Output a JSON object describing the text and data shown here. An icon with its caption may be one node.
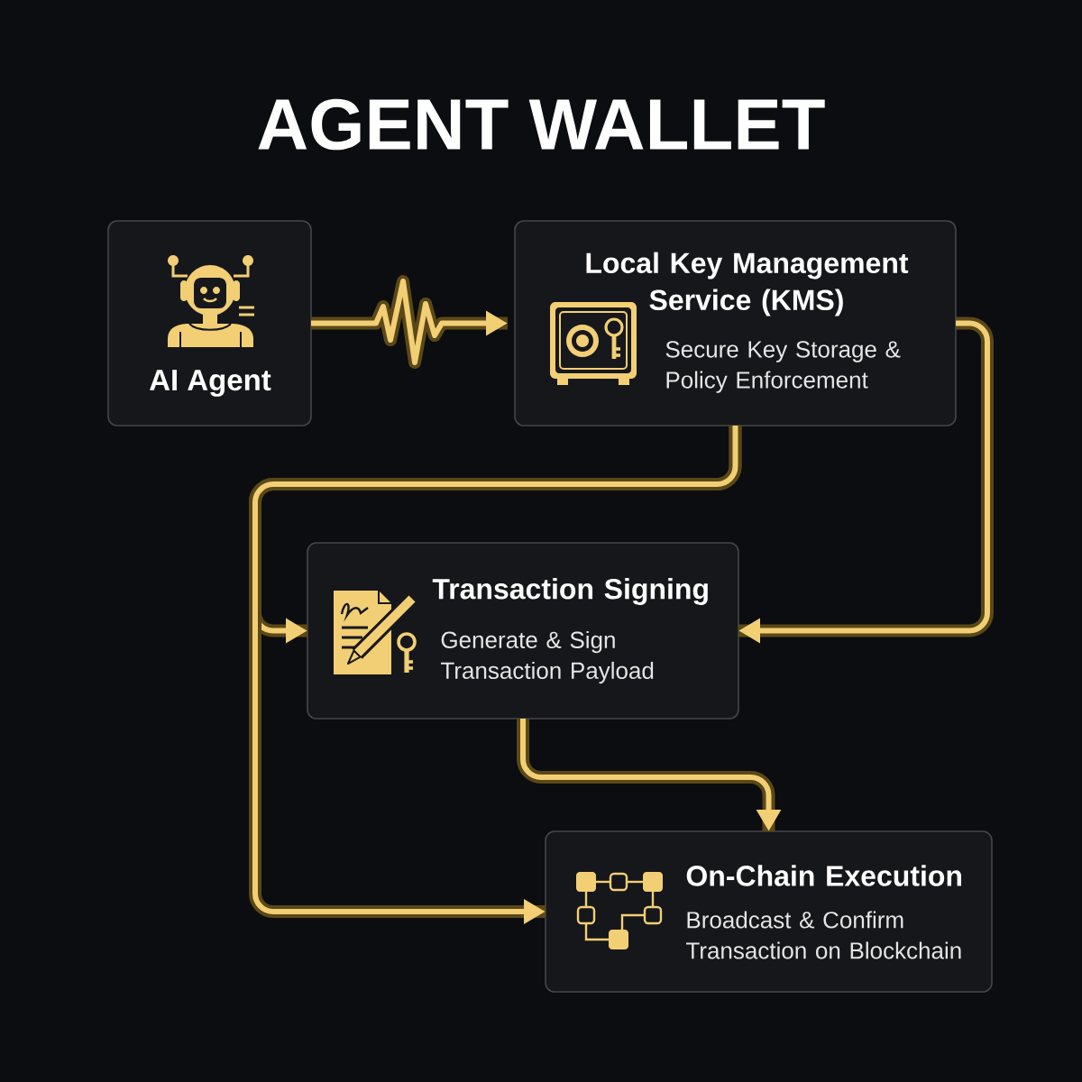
{
  "diagram": {
    "title": "AGENT WALLET",
    "nodes": [
      {
        "text": [
          "AI Agent"
        ]
      },
      {
        "text": [
          "Local Key Management Service (KMS)",
          "Secure Key Storage & Policy Enforcement"
        ]
      },
      {
        "text": [
          "Transaction Signing",
          "Generate & Sign Transaction Payload"
        ]
      },
      {
        "text": [
          "On-Chain Execution",
          "Broadcast & Confirm Transaction on Blockchain"
        ]
      }
    ],
    "edges": [
      {
        "from": 0,
        "to": 1,
        "arrow": "to"
      },
      {
        "from": 1,
        "to": 2,
        "arrow": "to"
      },
      {
        "from": 1,
        "to": 2,
        "arrow": "to"
      },
      {
        "from": 1,
        "to": 3,
        "arrow": "to"
      },
      {
        "from": 2,
        "to": 3,
        "arrow": "to"
      }
    ]
  }
}
